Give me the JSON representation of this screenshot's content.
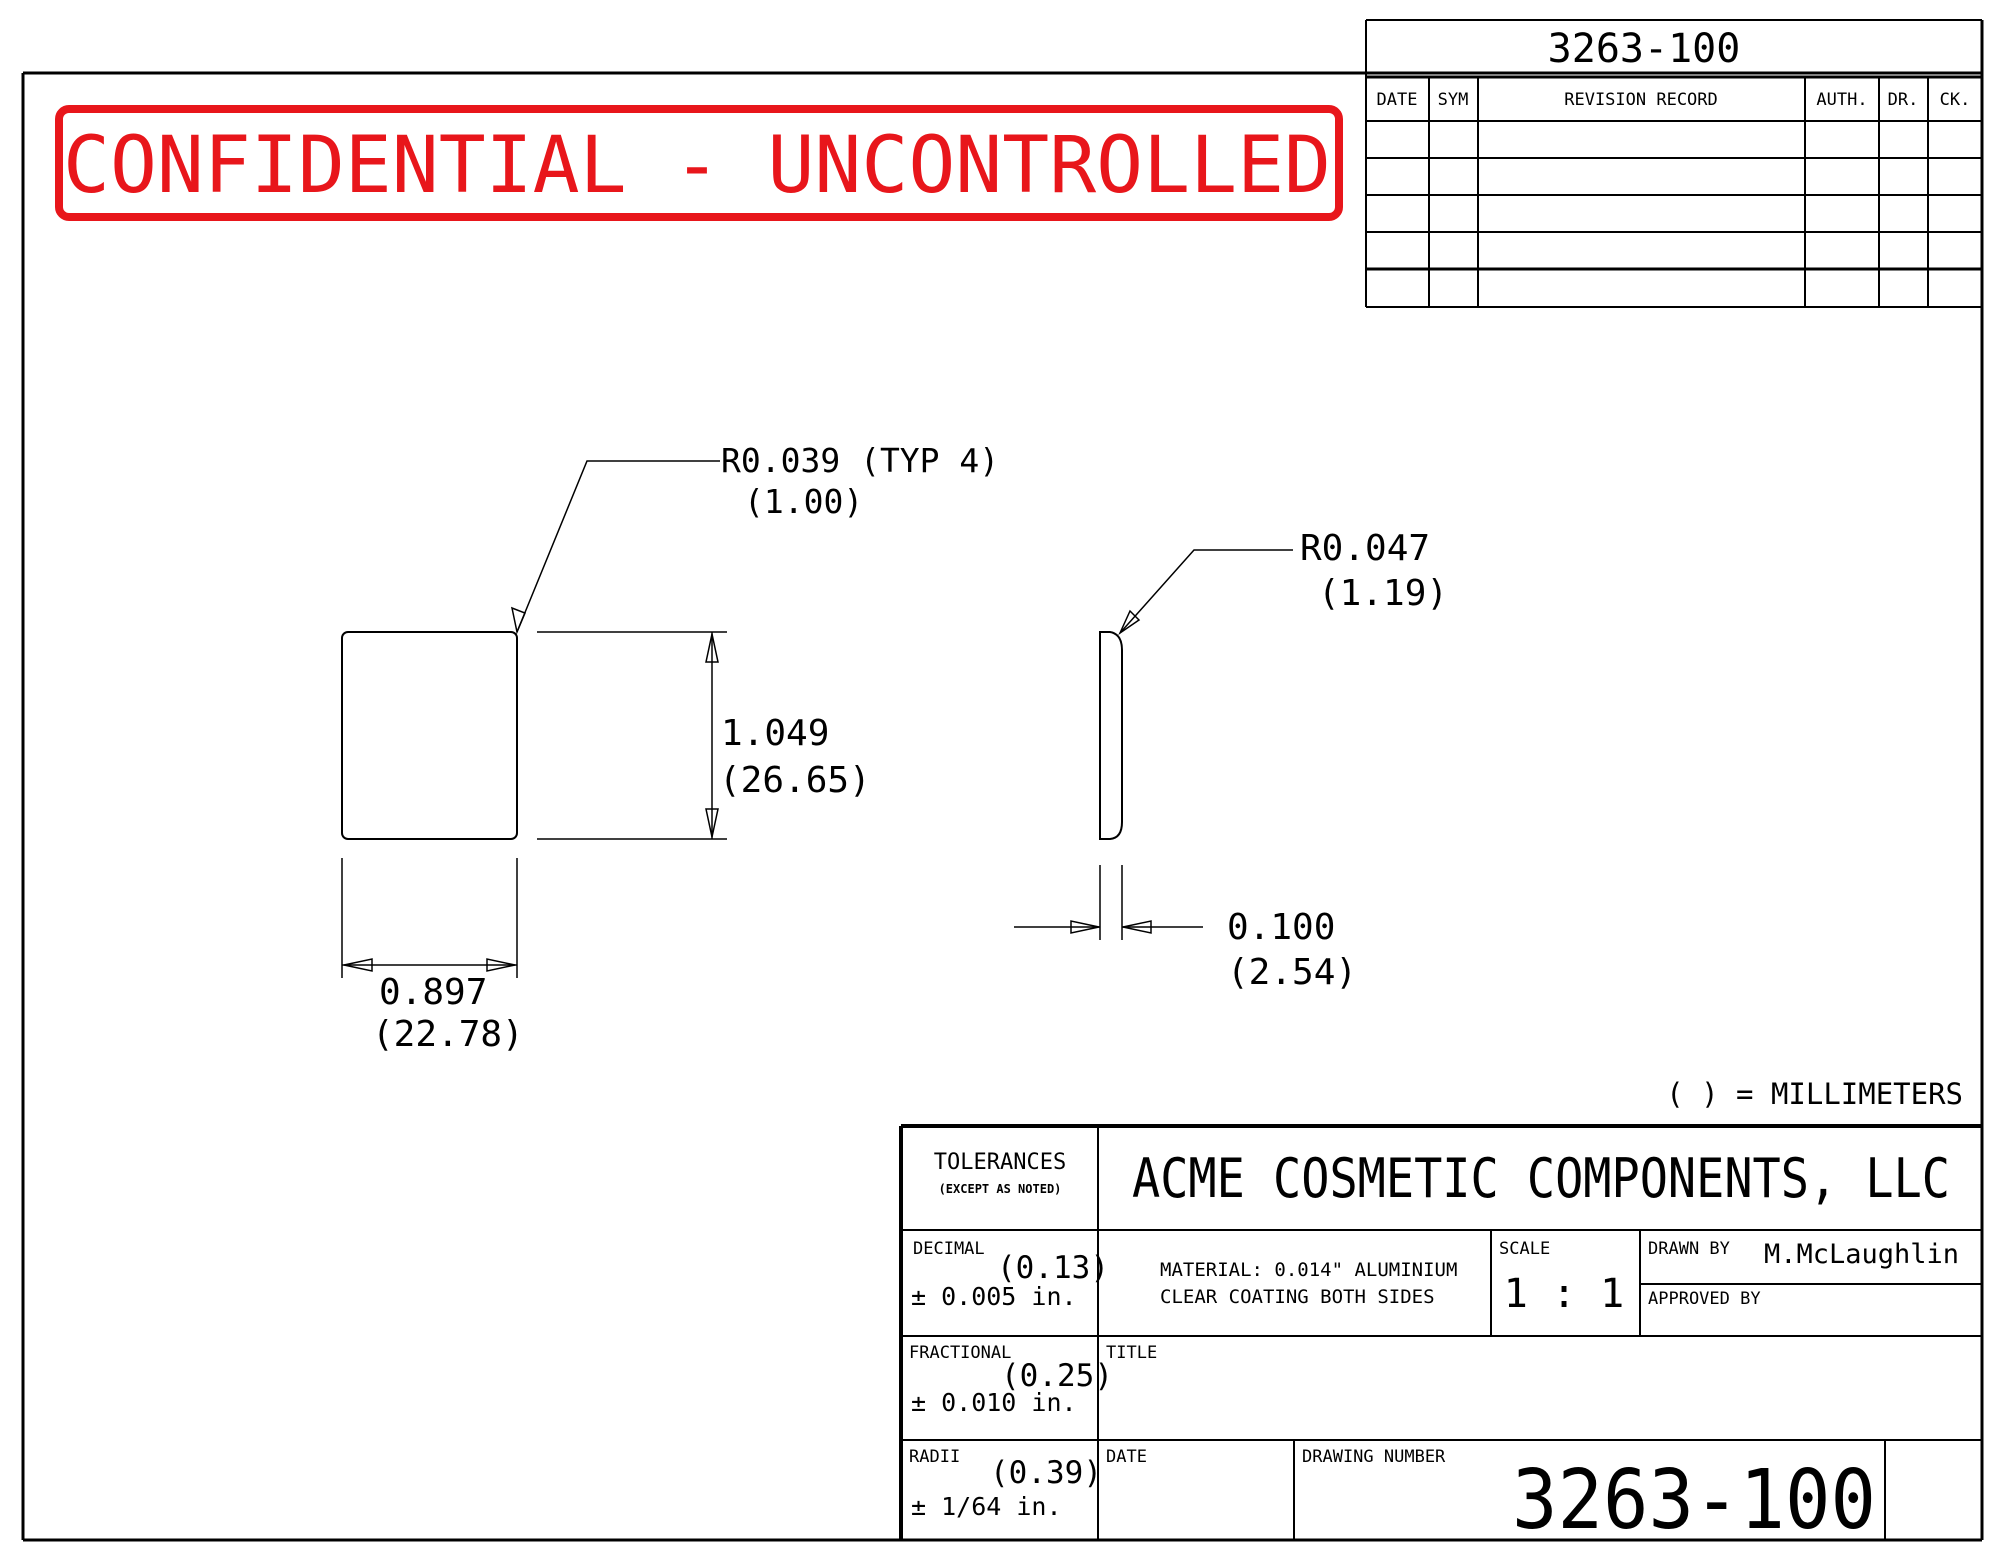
{
  "drawing_number_header": "3263-100",
  "confidential_stamp": "CONFIDENTIAL - UNCONTROLLED",
  "stamp_color": "#e8161b",
  "revision_block": {
    "headers": [
      "DATE",
      "SYM",
      "REVISION RECORD",
      "AUTH.",
      "DR.",
      "CK."
    ],
    "rows": [
      [
        "",
        "",
        "",
        "",
        "",
        ""
      ],
      [
        "",
        "",
        "",
        "",
        "",
        ""
      ],
      [
        "",
        "",
        "",
        "",
        "",
        ""
      ],
      [
        "",
        "",
        "",
        "",
        "",
        ""
      ],
      [
        "",
        "",
        "",
        "",
        "",
        ""
      ]
    ]
  },
  "dimensions": {
    "corner_radius": "R0.039 (TYP 4)",
    "corner_radius_mm": "(1.00)",
    "height": "1.049",
    "height_mm": "(26.65)",
    "width": "0.897",
    "width_mm": "(22.78)",
    "edge_radius": "R0.047",
    "edge_radius_mm": "(1.19)",
    "thickness": "0.100",
    "thickness_mm": "(2.54)"
  },
  "units_note": "( ) = MILLIMETERS",
  "title_block": {
    "tolerances_title": "TOLERANCES",
    "tolerances_subtitle": "(EXCEPT AS NOTED)",
    "company": "ACME COSMETIC COMPONENTS, LLC",
    "decimal_label": "DECIMAL",
    "decimal_mm": "(0.13)",
    "decimal_tol": "± 0.005 in.",
    "material_line1": "MATERIAL: 0.014\" ALUMINIUM",
    "material_line2": "CLEAR COATING BOTH SIDES",
    "scale_label": "SCALE",
    "scale_value": "1 : 1",
    "drawn_by_label": "DRAWN BY",
    "drawn_by_value": "M.McLaughlin",
    "approved_by_label": "APPROVED BY",
    "fractional_label": "FRACTIONAL",
    "fractional_mm": "(0.25)",
    "fractional_tol": "± 0.010 in.",
    "title_label": "TITLE",
    "radii_label": "RADII",
    "radii_mm": "(0.39)",
    "radii_tol": "± 1/64 in.",
    "date_label": "DATE",
    "drawing_number_label": "DRAWING NUMBER",
    "drawing_number": "3263-100"
  }
}
